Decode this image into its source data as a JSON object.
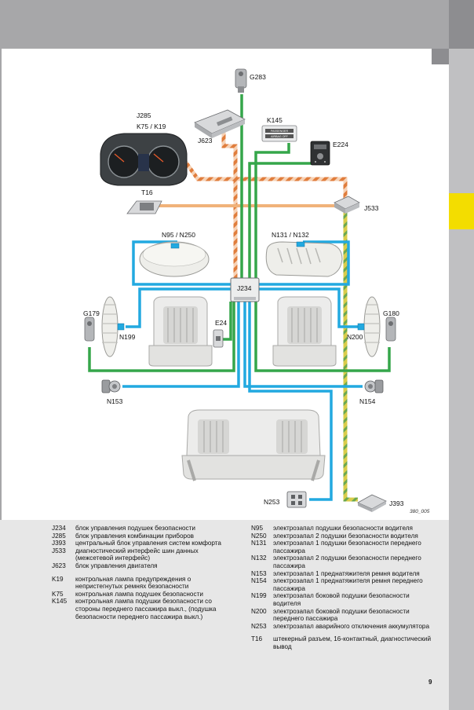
{
  "figure_ref": "380_005",
  "page_number": "9",
  "components": {
    "G283": "G283",
    "J623": "J623",
    "K145": "K145",
    "K145_panel_line1": "PASSENGER",
    "K145_panel_line2": "AIRBAG OFF",
    "E224": "E224",
    "J285_title": "J285",
    "J285_sub": "K75 / K19",
    "T16": "T16",
    "J533": "J533",
    "N95_N250": "N95 / N250",
    "N131_N132": "N131 / N132",
    "J234": "J234",
    "E24": "E24",
    "G179": "G179",
    "N199": "N199",
    "G180": "G180",
    "N200": "N200",
    "N153": "N153",
    "N154": "N154",
    "N253": "N253",
    "J393": "J393"
  },
  "colors": {
    "can_bus": "#e8a06a",
    "can_bus_stripe": "#f6d9c4",
    "k_line": "#f2b47a",
    "power": "#35a64a",
    "igniter": "#22a9e0",
    "crash_line": "#c8c25a",
    "crash_stripe": "#6aa84f"
  },
  "legend_left": [
    {
      "code": "J234",
      "desc": "блок управления подушек безопасности"
    },
    {
      "code": "J285",
      "desc": "блок управления комбинации приборов"
    },
    {
      "code": "J393",
      "desc": "центральный блок управления систем комфорта"
    },
    {
      "code": "J533",
      "desc": "диагностический интерфейс шин данных (межсетевой интерфейс)"
    },
    {
      "code": "J623",
      "desc": "блок управления двигателя"
    },
    {
      "code": "K19",
      "desc": "контрольная лампа предупреждения о непристегнутых ремнях безопасности",
      "gap": true
    },
    {
      "code": "K75",
      "desc": "контрольная лампа подушек безопасности"
    },
    {
      "code": "K145",
      "desc": "контрольная лампа подушки безопасности со стороны переднего пассажира выкл., (подушка безопасности переднего пассажира выкл.)"
    }
  ],
  "legend_right": [
    {
      "code": "N95",
      "desc": "электрозапал подушки безопасности водителя"
    },
    {
      "code": "N250",
      "desc": "электрозапал 2 подушки безопасности водителя"
    },
    {
      "code": "N131",
      "desc": "электрозапал 1 подушки безопасности переднего пассажира"
    },
    {
      "code": "N132",
      "desc": "электрозапал 2 подушки безопасности переднего пассажира"
    },
    {
      "code": "N153",
      "desc": "электрозапал 1 преднатяжителя ремня водителя"
    },
    {
      "code": "N154",
      "desc": "электрозапал 1 преднатяжителя ремня переднего пассажира"
    },
    {
      "code": "N199",
      "desc": "электрозапал боковой подушки безопасности водителя"
    },
    {
      "code": "N200",
      "desc": "электрозапал боковой подушки безопасности переднего пассажира"
    },
    {
      "code": "N253",
      "desc": "электрозапал аварийного отключения аккумулятора"
    },
    {
      "code": "T16",
      "desc": "штекерный разъем, 16-контактный, диагностический вывод",
      "gap": true
    }
  ]
}
